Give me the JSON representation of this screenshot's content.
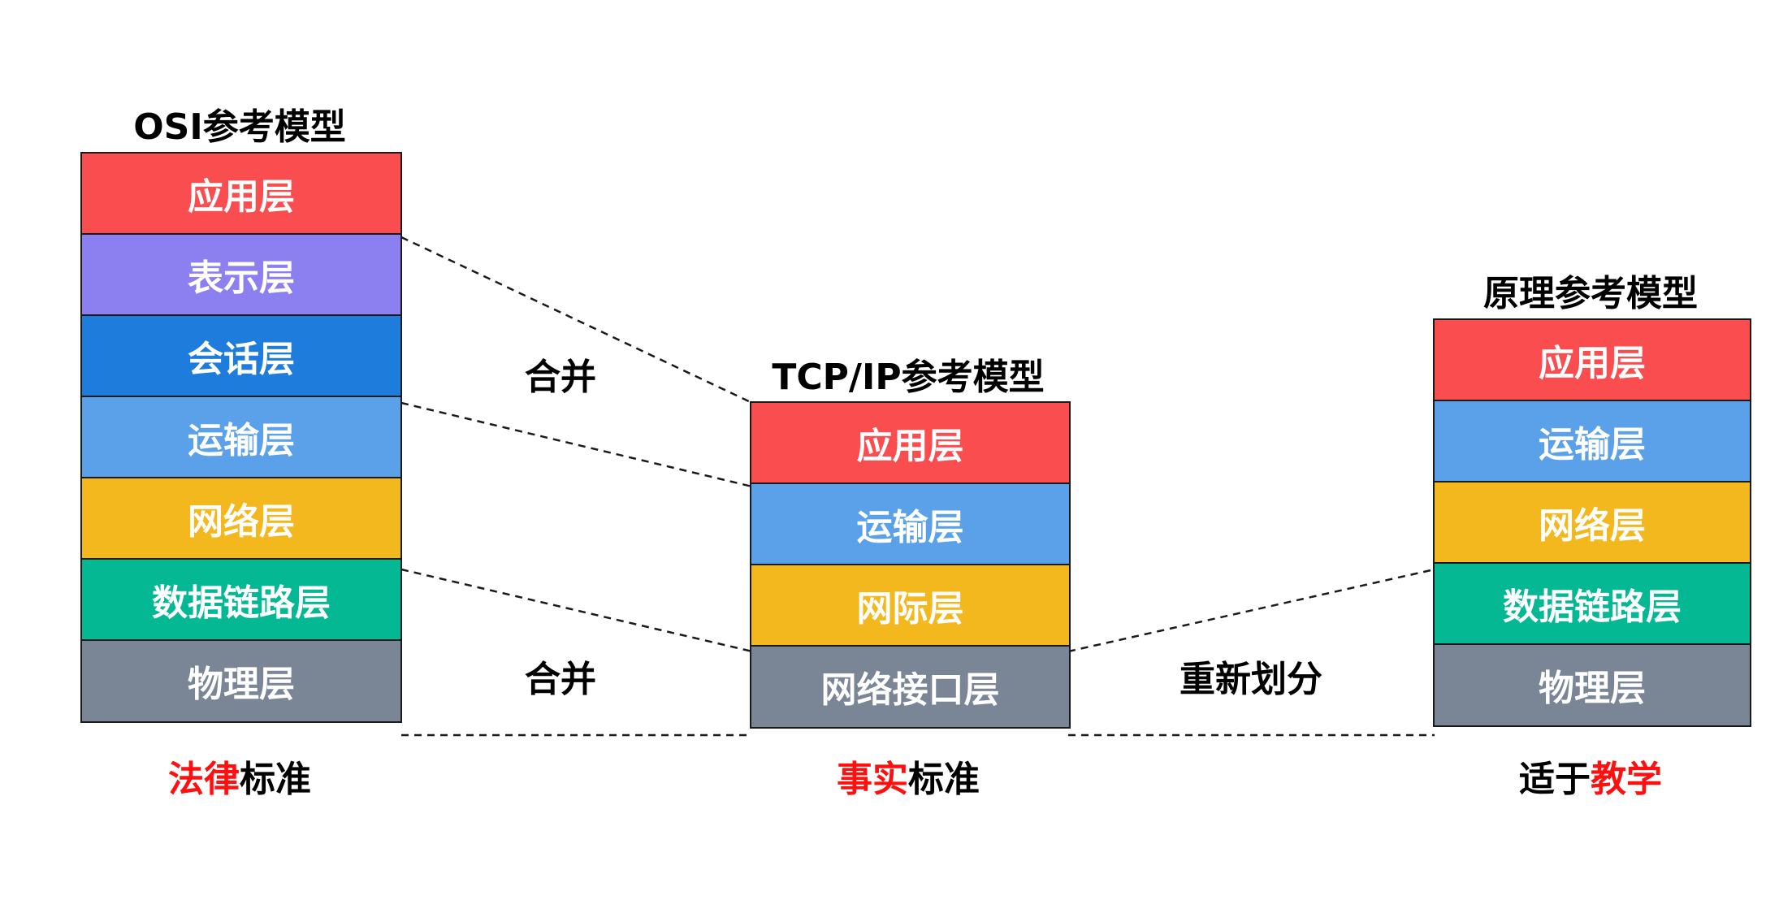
{
  "models": {
    "osi": {
      "title": "OSI参考模型",
      "layers": [
        {
          "label": "应用层",
          "color": "#fa4d4f"
        },
        {
          "label": "表示层",
          "color": "#8c7ff0"
        },
        {
          "label": "会话层",
          "color": "#1e7cdc"
        },
        {
          "label": "运输层",
          "color": "#5ba1ea"
        },
        {
          "label": "网络层",
          "color": "#f3b81e"
        },
        {
          "label": "数据链路层",
          "color": "#05b894"
        },
        {
          "label": "物理层",
          "color": "#7a8596"
        }
      ],
      "caption_highlight": "法律",
      "caption_normal": "标准"
    },
    "tcpip": {
      "title": "TCP/IP参考模型",
      "layers": [
        {
          "label": "应用层",
          "color": "#fa4d4f"
        },
        {
          "label": "运输层",
          "color": "#5ba1ea"
        },
        {
          "label": "网际层",
          "color": "#f3b81e"
        },
        {
          "label": "网络接口层",
          "color": "#7a8596"
        }
      ],
      "caption_highlight": "事实",
      "caption_normal": "标准"
    },
    "principle": {
      "title": "原理参考模型",
      "layers": [
        {
          "label": "应用层",
          "color": "#fa4d4f"
        },
        {
          "label": "运输层",
          "color": "#5ba1ea"
        },
        {
          "label": "网络层",
          "color": "#f3b81e"
        },
        {
          "label": "数据链路层",
          "color": "#05b894"
        },
        {
          "label": "物理层",
          "color": "#7a8596"
        }
      ],
      "caption_normal": "适于",
      "caption_highlight": "教学"
    }
  },
  "connectors": {
    "merge_top": "合并",
    "merge_bottom": "合并",
    "repartition": "重新划分"
  }
}
